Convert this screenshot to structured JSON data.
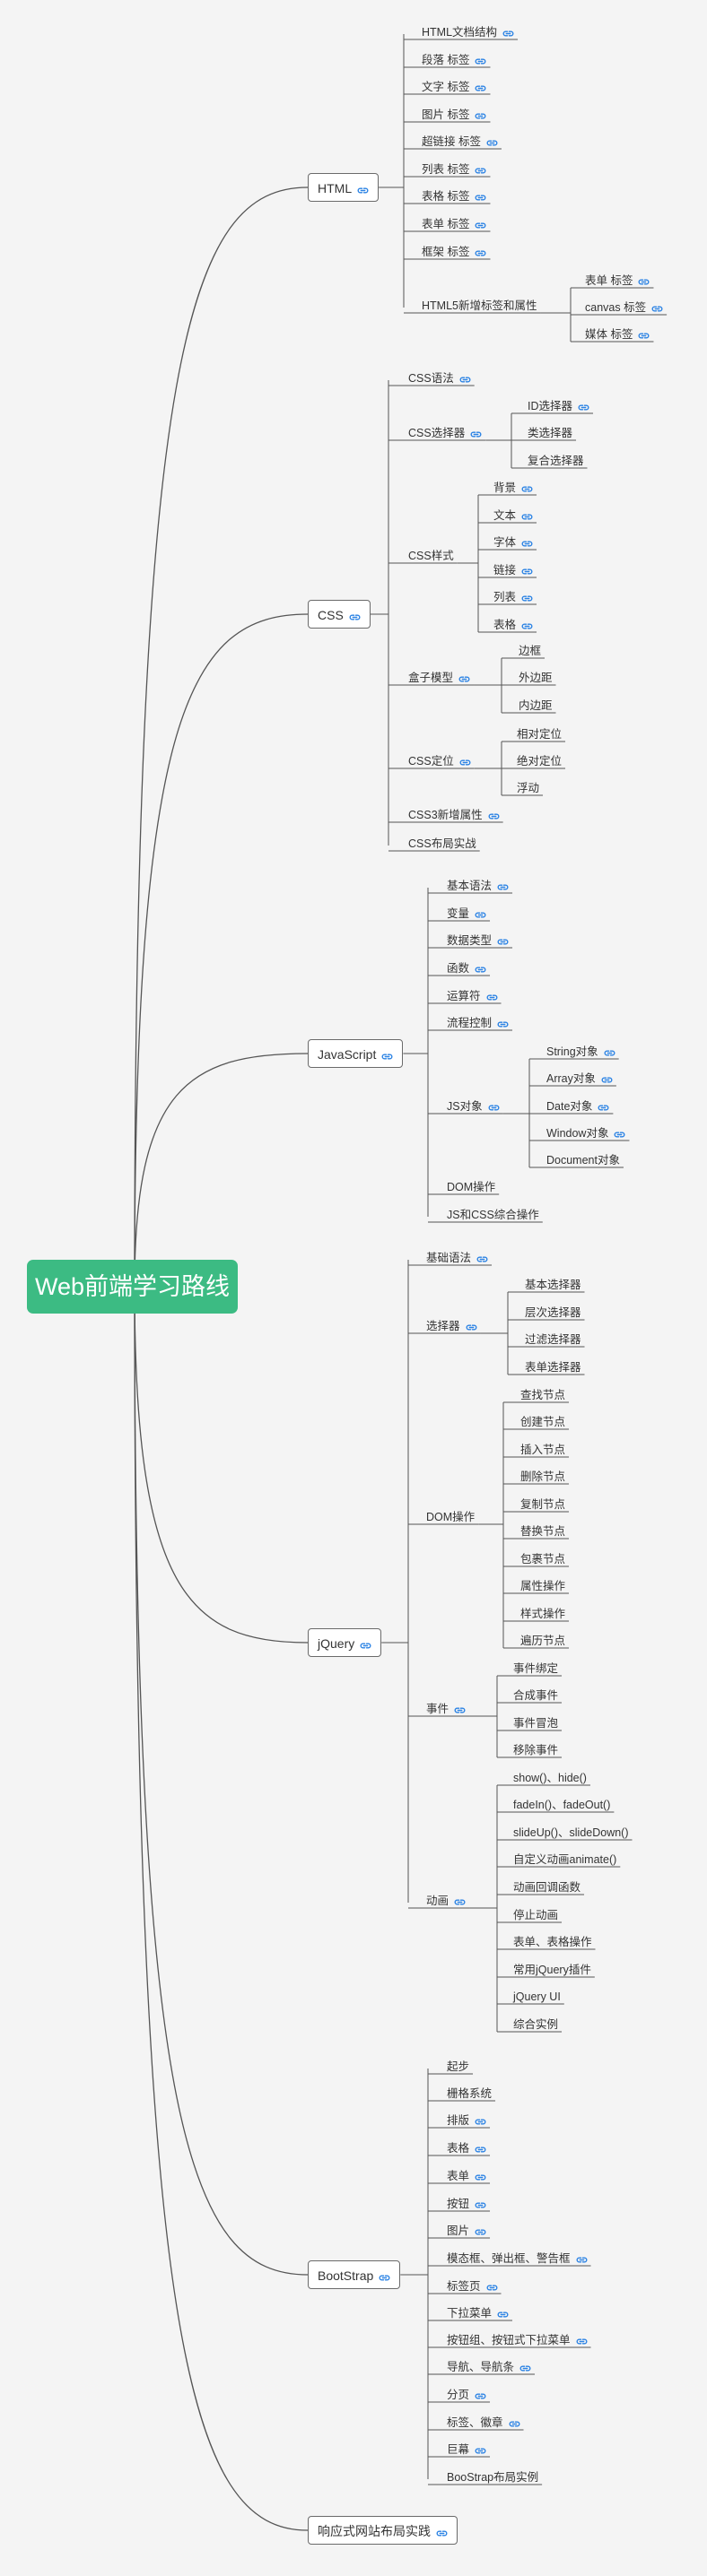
{
  "root": "Web前端学习路线",
  "branches": [
    {
      "label": "HTML",
      "link": true,
      "children": [
        {
          "label": "HTML文档结构",
          "link": true
        },
        {
          "label": "段落 标签",
          "link": true
        },
        {
          "label": "文字 标签",
          "link": true
        },
        {
          "label": "图片 标签",
          "link": true
        },
        {
          "label": "超链接 标签",
          "link": true
        },
        {
          "label": "列表 标签",
          "link": true
        },
        {
          "label": "表格 标签",
          "link": true
        },
        {
          "label": "表单 标签",
          "link": true
        },
        {
          "label": "框架 标签",
          "link": true
        },
        {
          "label": "HTML5新增标签和属性",
          "link": false,
          "children": [
            {
              "label": "表单 标签",
              "link": true
            },
            {
              "label": "canvas 标签",
              "link": true
            },
            {
              "label": "媒体 标签",
              "link": true
            }
          ]
        }
      ]
    },
    {
      "label": "CSS",
      "link": true,
      "children": [
        {
          "label": "CSS语法",
          "link": true
        },
        {
          "label": "CSS选择器",
          "link": true,
          "children": [
            {
              "label": "ID选择器",
              "link": true
            },
            {
              "label": "类选择器",
              "link": false
            },
            {
              "label": "复合选择器",
              "link": false
            }
          ]
        },
        {
          "label": "CSS样式",
          "link": false,
          "children": [
            {
              "label": "背景",
              "link": true
            },
            {
              "label": "文本",
              "link": true
            },
            {
              "label": "字体",
              "link": true
            },
            {
              "label": "链接",
              "link": true
            },
            {
              "label": "列表",
              "link": true
            },
            {
              "label": "表格",
              "link": true
            }
          ]
        },
        {
          "label": "盒子模型",
          "link": true,
          "children": [
            {
              "label": "边框",
              "link": false
            },
            {
              "label": "外边距",
              "link": false
            },
            {
              "label": "内边距",
              "link": false
            }
          ]
        },
        {
          "label": "CSS定位",
          "link": true,
          "children": [
            {
              "label": "相对定位",
              "link": false
            },
            {
              "label": "绝对定位",
              "link": false
            },
            {
              "label": "浮动",
              "link": false
            }
          ]
        },
        {
          "label": "CSS3新增属性",
          "link": true
        },
        {
          "label": "CSS布局实战",
          "link": false
        }
      ]
    },
    {
      "label": "JavaScript",
      "link": true,
      "children": [
        {
          "label": "基本语法",
          "link": true
        },
        {
          "label": "变量",
          "link": true
        },
        {
          "label": "数据类型",
          "link": true
        },
        {
          "label": "函数",
          "link": true
        },
        {
          "label": "运算符",
          "link": true
        },
        {
          "label": "流程控制",
          "link": true
        },
        {
          "label": "JS对象",
          "link": true,
          "children": [
            {
              "label": "String对象",
              "link": true
            },
            {
              "label": "Array对象",
              "link": true
            },
            {
              "label": "Date对象",
              "link": true
            },
            {
              "label": "Window对象",
              "link": true
            },
            {
              "label": "Document对象",
              "link": false
            }
          ]
        },
        {
          "label": "DOM操作",
          "link": false
        },
        {
          "label": "JS和CSS综合操作",
          "link": false
        }
      ]
    },
    {
      "label": "jQuery",
      "link": true,
      "children": [
        {
          "label": "基础语法",
          "link": true
        },
        {
          "label": "选择器",
          "link": true,
          "children": [
            {
              "label": "基本选择器",
              "link": false
            },
            {
              "label": "层次选择器",
              "link": false
            },
            {
              "label": "过滤选择器",
              "link": false
            },
            {
              "label": "表单选择器",
              "link": false
            }
          ]
        },
        {
          "label": "DOM操作",
          "link": false,
          "children": [
            {
              "label": "查找节点",
              "link": false
            },
            {
              "label": "创建节点",
              "link": false
            },
            {
              "label": "插入节点",
              "link": false
            },
            {
              "label": "删除节点",
              "link": false
            },
            {
              "label": "复制节点",
              "link": false
            },
            {
              "label": "替换节点",
              "link": false
            },
            {
              "label": "包裹节点",
              "link": false
            },
            {
              "label": "属性操作",
              "link": false
            },
            {
              "label": "样式操作",
              "link": false
            },
            {
              "label": "遍历节点",
              "link": false
            }
          ]
        },
        {
          "label": "事件",
          "link": true,
          "children": [
            {
              "label": "事件绑定",
              "link": false
            },
            {
              "label": "合成事件",
              "link": false
            },
            {
              "label": "事件冒泡",
              "link": false
            },
            {
              "label": "移除事件",
              "link": false
            }
          ]
        },
        {
          "label": "动画",
          "link": true,
          "children": [
            {
              "label": "show()、hide()",
              "link": false
            },
            {
              "label": "fadeIn()、fadeOut()",
              "link": false
            },
            {
              "label": "slideUp()、slideDown()",
              "link": false
            },
            {
              "label": "自定义动画animate()",
              "link": false
            },
            {
              "label": "动画回调函数",
              "link": false
            },
            {
              "label": "停止动画",
              "link": false
            },
            {
              "label": "表单、表格操作",
              "link": false
            },
            {
              "label": "常用jQuery插件",
              "link": false
            },
            {
              "label": "jQuery UI",
              "link": false
            },
            {
              "label": "综合实例",
              "link": false
            }
          ]
        }
      ]
    },
    {
      "label": "BootStrap",
      "link": true,
      "children": [
        {
          "label": "起步",
          "link": false
        },
        {
          "label": "栅格系统",
          "link": false
        },
        {
          "label": "排版",
          "link": true
        },
        {
          "label": "表格",
          "link": true
        },
        {
          "label": "表单",
          "link": true
        },
        {
          "label": "按钮",
          "link": true
        },
        {
          "label": "图片",
          "link": true
        },
        {
          "label": "模态框、弹出框、警告框",
          "link": true
        },
        {
          "label": "标签页",
          "link": true
        },
        {
          "label": "下拉菜单",
          "link": true
        },
        {
          "label": "按钮组、按钮式下拉菜单",
          "link": true
        },
        {
          "label": "导航、导航条",
          "link": true
        },
        {
          "label": "分页",
          "link": true
        },
        {
          "label": "标签、徽章",
          "link": true
        },
        {
          "label": "巨幕",
          "link": true
        },
        {
          "label": "BooStrap布局实例",
          "link": false
        }
      ]
    },
    {
      "label": "响应式网站布局实践",
      "link": true,
      "children": []
    }
  ]
}
